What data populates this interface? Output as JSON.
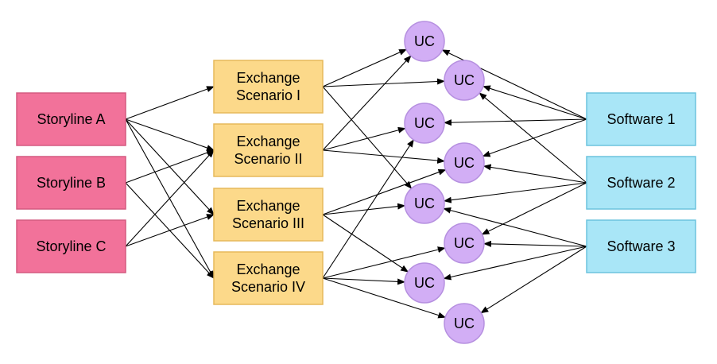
{
  "colors": {
    "storyline_fill": "#f2729a",
    "storyline_stroke": "#d45a80",
    "scenario_fill": "#fcd98a",
    "scenario_stroke": "#e6b95a",
    "uc_fill": "#d2aef5",
    "uc_stroke": "#b690e0",
    "software_fill": "#a9e6f7",
    "software_stroke": "#6cc3dd",
    "arrow": "#000000"
  },
  "storylines": [
    {
      "id": "sA",
      "label": "Storyline A"
    },
    {
      "id": "sB",
      "label": "Storyline B"
    },
    {
      "id": "sC",
      "label": "Storyline C"
    }
  ],
  "scenarios": [
    {
      "id": "e1",
      "line1": "Exchange",
      "line2": "Scenario I"
    },
    {
      "id": "e2",
      "line1": "Exchange",
      "line2": "Scenario II"
    },
    {
      "id": "e3",
      "line1": "Exchange",
      "line2": "Scenario III"
    },
    {
      "id": "e4",
      "line1": "Exchange",
      "line2": "Scenario IV"
    }
  ],
  "use_cases": [
    {
      "id": "u1",
      "label": "UC"
    },
    {
      "id": "u2",
      "label": "UC"
    },
    {
      "id": "u3",
      "label": "UC"
    },
    {
      "id": "u4",
      "label": "UC"
    },
    {
      "id": "u5",
      "label": "UC"
    },
    {
      "id": "u6",
      "label": "UC"
    },
    {
      "id": "u7",
      "label": "UC"
    },
    {
      "id": "u8",
      "label": "UC"
    }
  ],
  "software": [
    {
      "id": "w1",
      "label": "Software 1"
    },
    {
      "id": "w2",
      "label": "Software 2"
    },
    {
      "id": "w3",
      "label": "Software 3"
    }
  ],
  "edges": [
    {
      "from": "sA",
      "to": "e1"
    },
    {
      "from": "sA",
      "to": "e2"
    },
    {
      "from": "sA",
      "to": "e3"
    },
    {
      "from": "sA",
      "to": "e4"
    },
    {
      "from": "sB",
      "to": "e2"
    },
    {
      "from": "sB",
      "to": "e4"
    },
    {
      "from": "sC",
      "to": "e2"
    },
    {
      "from": "sC",
      "to": "e3"
    },
    {
      "from": "e1",
      "to": "u1"
    },
    {
      "from": "e1",
      "to": "u2"
    },
    {
      "from": "e1",
      "to": "u5"
    },
    {
      "from": "e2",
      "to": "u1"
    },
    {
      "from": "e2",
      "to": "u3"
    },
    {
      "from": "e2",
      "to": "u4"
    },
    {
      "from": "e3",
      "to": "u4"
    },
    {
      "from": "e3",
      "to": "u5"
    },
    {
      "from": "e3",
      "to": "u7"
    },
    {
      "from": "e4",
      "to": "u3"
    },
    {
      "from": "e4",
      "to": "u6"
    },
    {
      "from": "e4",
      "to": "u7"
    },
    {
      "from": "e4",
      "to": "u8"
    },
    {
      "from": "w1",
      "to": "u1"
    },
    {
      "from": "w1",
      "to": "u2"
    },
    {
      "from": "w1",
      "to": "u3"
    },
    {
      "from": "w1",
      "to": "u4"
    },
    {
      "from": "w2",
      "to": "u2"
    },
    {
      "from": "w2",
      "to": "u4"
    },
    {
      "from": "w2",
      "to": "u5"
    },
    {
      "from": "w2",
      "to": "u6"
    },
    {
      "from": "w3",
      "to": "u5"
    },
    {
      "from": "w3",
      "to": "u6"
    },
    {
      "from": "w3",
      "to": "u7"
    },
    {
      "from": "w3",
      "to": "u8"
    }
  ]
}
